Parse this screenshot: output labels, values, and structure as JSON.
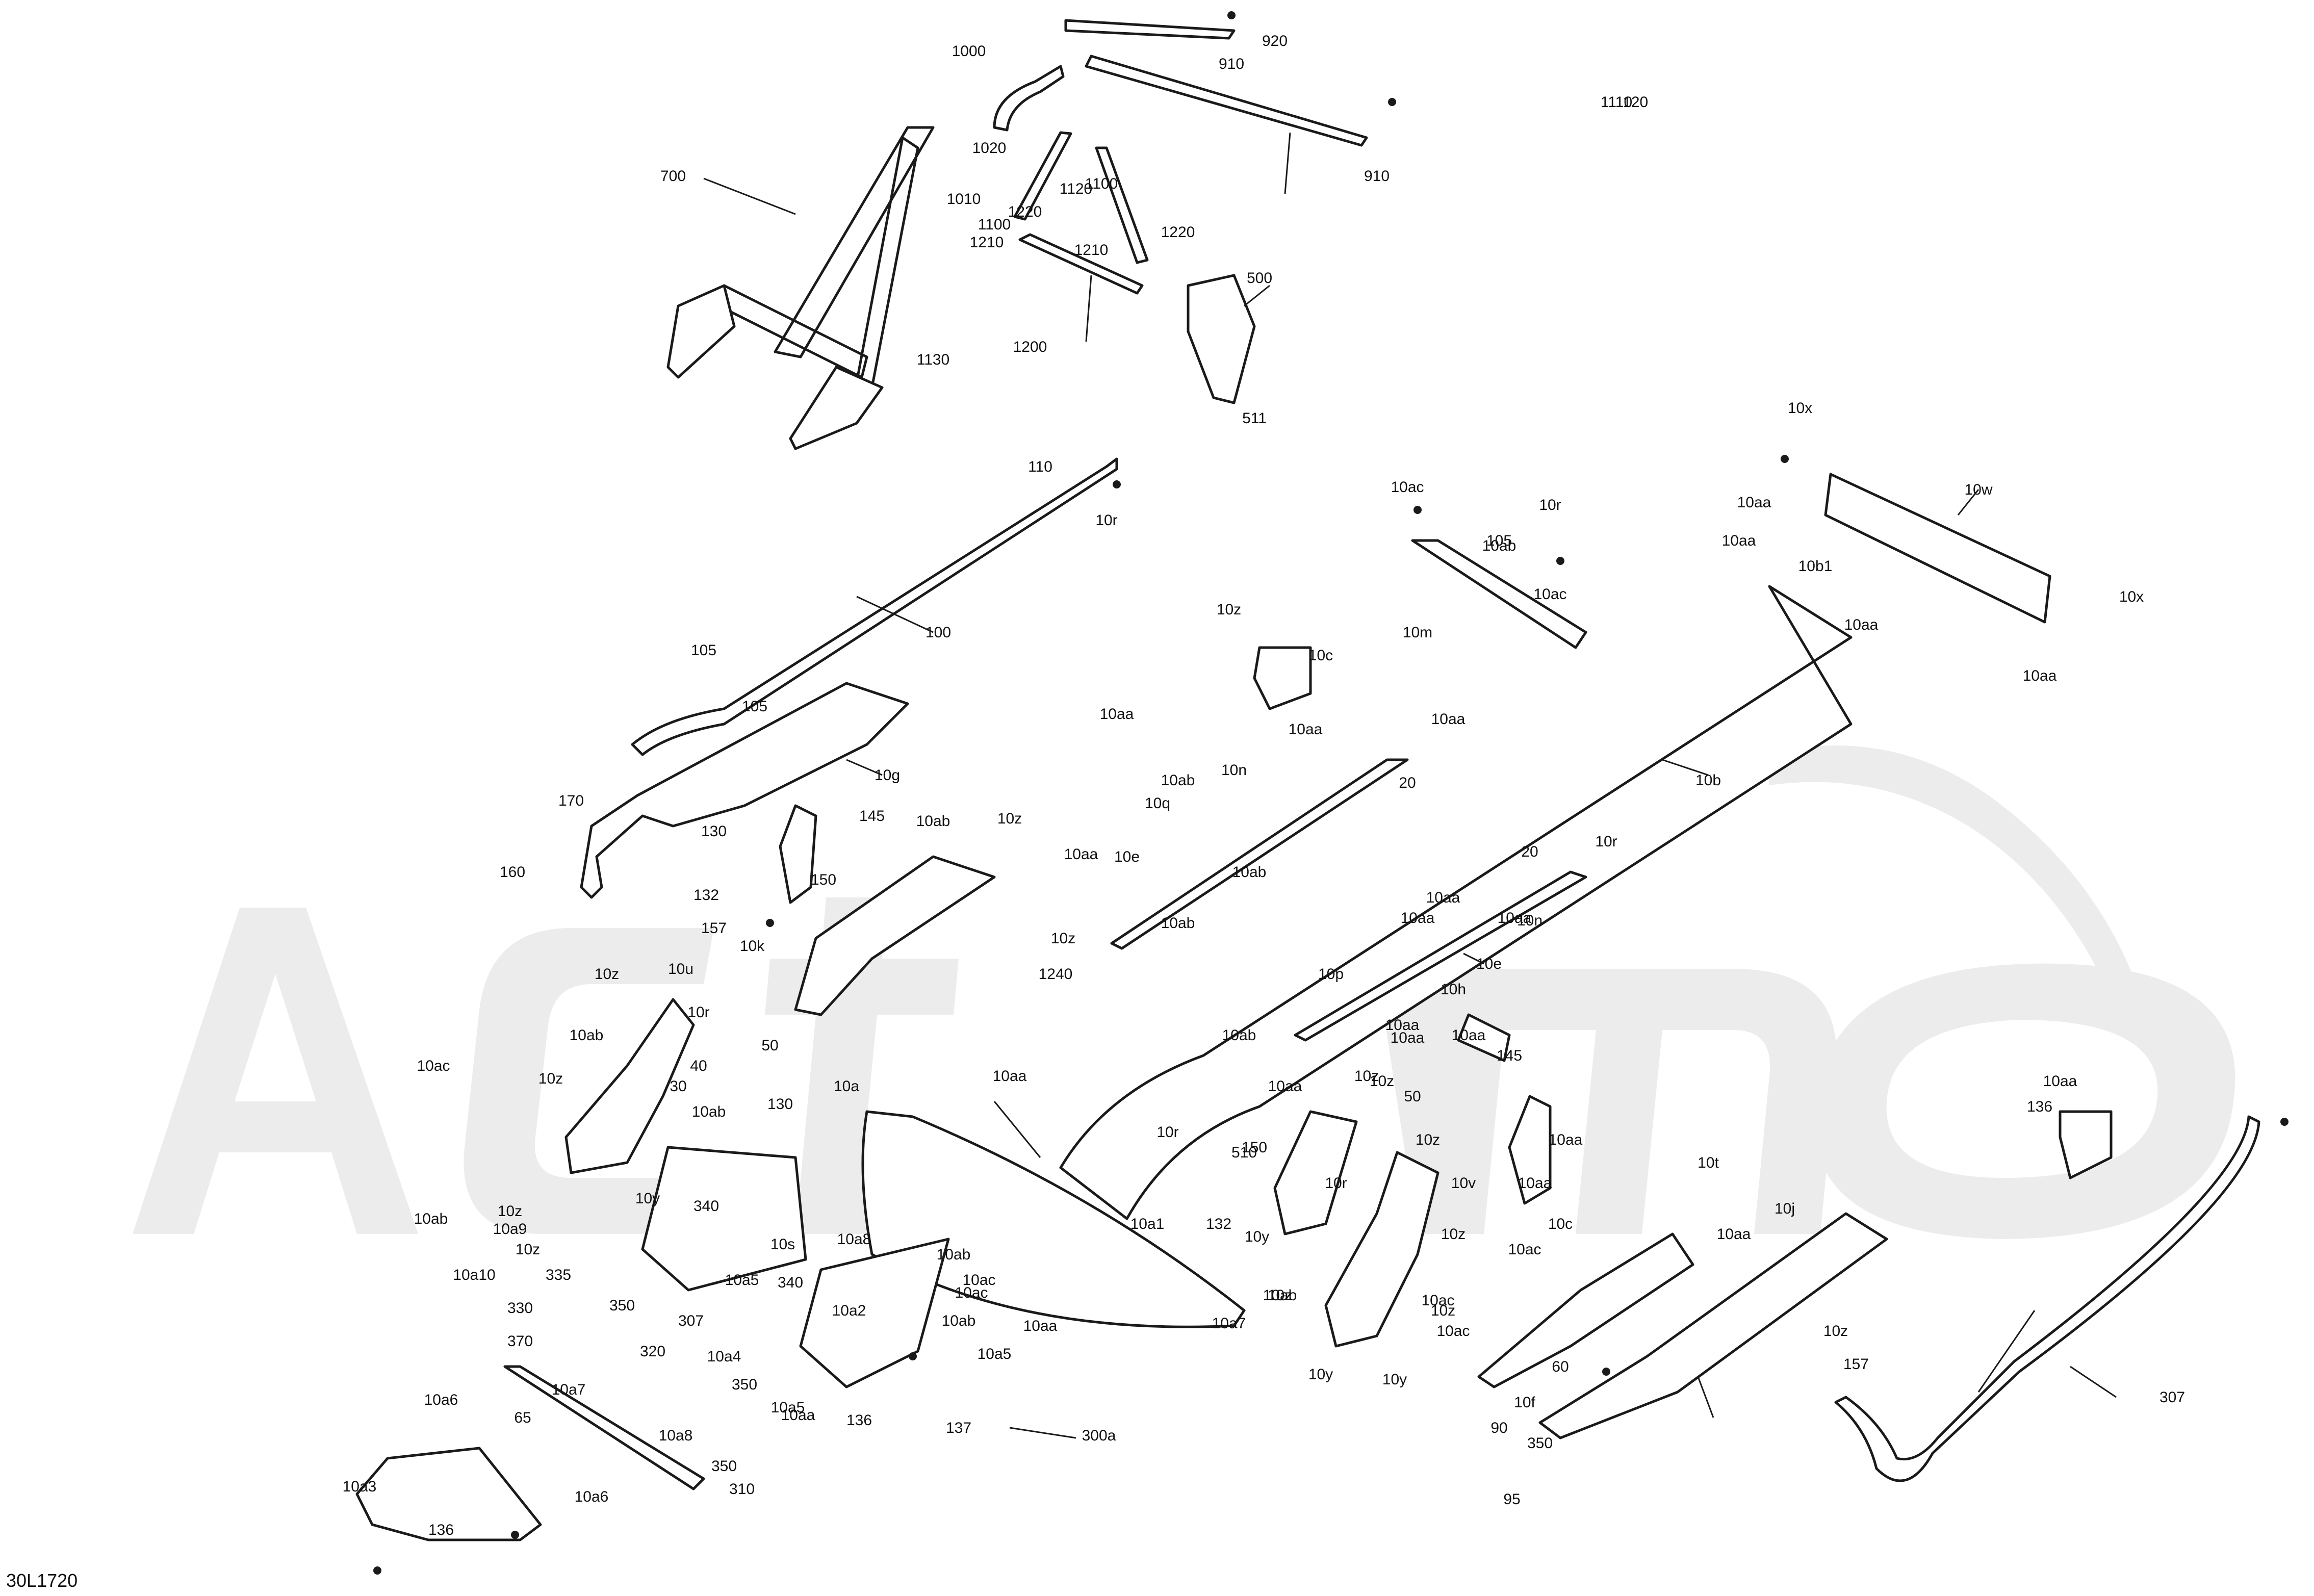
{
  "diagram": {
    "reference_code": "30L1720",
    "colors": {
      "line": "#1a1a1a",
      "watermark": "#ececec",
      "background": "#ffffff"
    },
    "callouts": [
      "1000",
      "920",
      "910",
      "910",
      "1120",
      "1110",
      "1020",
      "1010",
      "1100",
      "1220",
      "1120",
      "1100",
      "1210",
      "700",
      "1220",
      "1210",
      "500",
      "1200",
      "1130",
      "511",
      "10x",
      "110",
      "10r",
      "10aa",
      "10w",
      "10ac",
      "10r",
      "105",
      "10ab",
      "10ac",
      "10m",
      "10aa",
      "10b1",
      "10x",
      "10aa",
      "10aa",
      "100",
      "105",
      "105",
      "10z",
      "10c",
      "10aa",
      "10aa",
      "10aa",
      "10g",
      "10ab",
      "10n",
      "20",
      "10b",
      "170",
      "145",
      "10ab",
      "10z",
      "130",
      "10q",
      "10aa",
      "10r",
      "160",
      "150",
      "10aa",
      "10e",
      "20",
      "132",
      "10ab",
      "157",
      "10z",
      "10k",
      "10aa",
      "10aa",
      "10ab",
      "10n",
      "1240",
      "10p",
      "10e",
      "10h",
      "10z",
      "10u",
      "10r",
      "10ab",
      "10aa",
      "10ab",
      "10aa",
      "10aa",
      "10ac",
      "40",
      "50",
      "10z",
      "10aa",
      "10z",
      "145",
      "10a",
      "30",
      "10aa",
      "10z",
      "130",
      "10ab",
      "50",
      "10r",
      "136",
      "10aa",
      "10z",
      "10aa",
      "150",
      "10r",
      "510",
      "10v",
      "10z",
      "10y",
      "340",
      "10a1",
      "10aa",
      "10c",
      "132",
      "10s",
      "10ab",
      "10a9",
      "10y",
      "10z",
      "10t",
      "10j",
      "10aa",
      "10z",
      "10a8",
      "10ac",
      "10ac",
      "10ab",
      "10a10",
      "335",
      "10a5",
      "340",
      "10ac",
      "10z",
      "10ab",
      "10z",
      "10ac",
      "350",
      "330",
      "307",
      "10a2",
      "10ab",
      "10aa",
      "10ac",
      "10a7",
      "370",
      "320",
      "10a4",
      "10a5",
      "10z",
      "10y",
      "10y",
      "157",
      "60",
      "350",
      "10a5",
      "10aa",
      "136",
      "10f",
      "90",
      "350",
      "307",
      "10a6",
      "10a7",
      "65",
      "10a8",
      "137",
      "300a",
      "10a3",
      "350",
      "10a6",
      "310",
      "136",
      "95"
    ]
  }
}
